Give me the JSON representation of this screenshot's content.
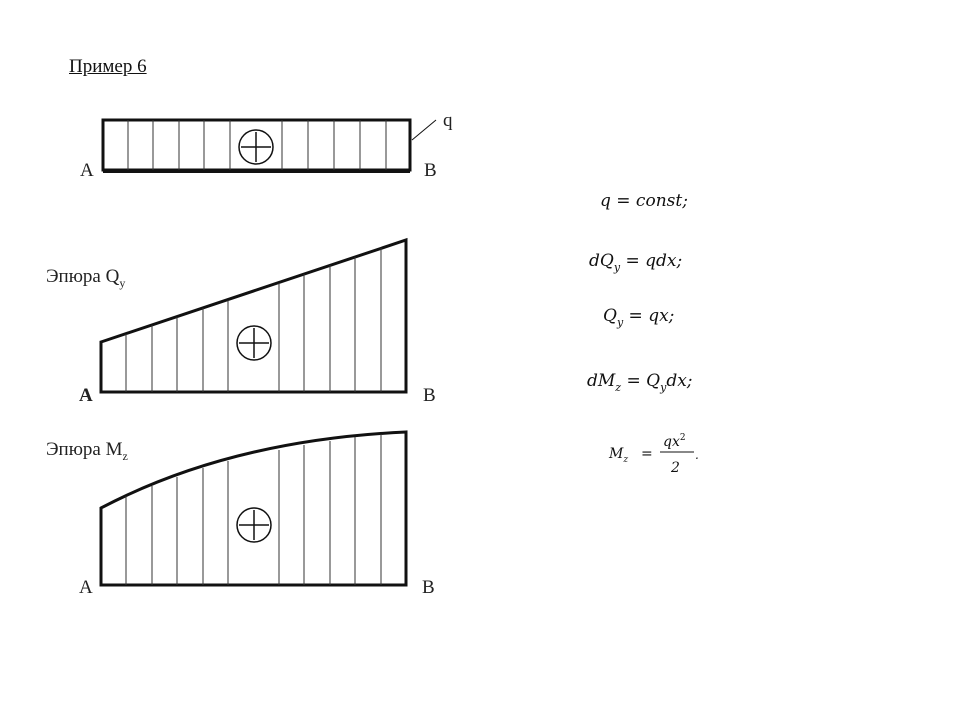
{
  "title": "Пример 6",
  "beam": {
    "left_label": "A",
    "right_label": "B",
    "load_label": "q",
    "sign": "+"
  },
  "shear": {
    "title_main": "Эпюра Q",
    "title_sub": "y",
    "left_label": "A",
    "right_label": "B",
    "sign": "+"
  },
  "moment": {
    "title_main": "Эпюра M",
    "title_sub": "z",
    "left_label": "A",
    "right_label": "B",
    "sign": "+"
  },
  "formulas": {
    "f1": "q = const;",
    "f2_lhs": "dQ",
    "f2_sub": "y",
    "f2_rhs": " = qdx;",
    "f3_lhs": "Q",
    "f3_sub": "y",
    "f3_rhs": " = qx;",
    "f4_lhs": "dM",
    "f4_sub": "z",
    "f4_mid": " = Q",
    "f4_sub2": "y",
    "f4_rhs": "dx;",
    "f5_lhs": "M",
    "f5_sub": "z",
    "f5_eq": "=",
    "f5_num": "qx",
    "f5_exp": "2",
    "f5_den": "2",
    "f5_end": "."
  }
}
